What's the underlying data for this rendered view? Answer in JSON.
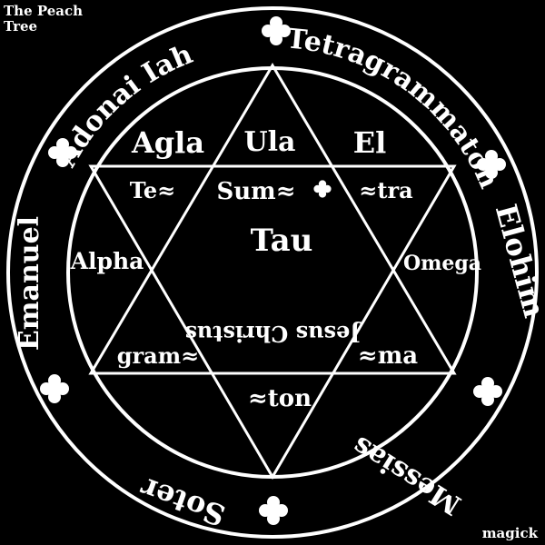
{
  "corner_top_left": [
    "The Peach",
    "Tree"
  ],
  "corner_bottom_right": "magick",
  "ring_names": {
    "adonai_iah": "Adonai Iah",
    "tetragrammaton": "Tetragrammaton",
    "elohim": "Elohim",
    "messias": "Messias",
    "soter": "Soter",
    "emanuel": "Emanuel"
  },
  "inner_words": {
    "agla": "Agla",
    "on": "Ula",
    "el": "El",
    "te": "Te≈",
    "sum": "Sum≈",
    "tra": "≈tra",
    "tau": "Tau",
    "alpha": "Alpha",
    "omega": "Omega",
    "jesus_christus": "Jesus Christus",
    "gram": "gram≈",
    "ma": "≈ma",
    "ton": "≈ton"
  },
  "colors": {
    "background": "#000000",
    "ink": "#ffffff"
  }
}
